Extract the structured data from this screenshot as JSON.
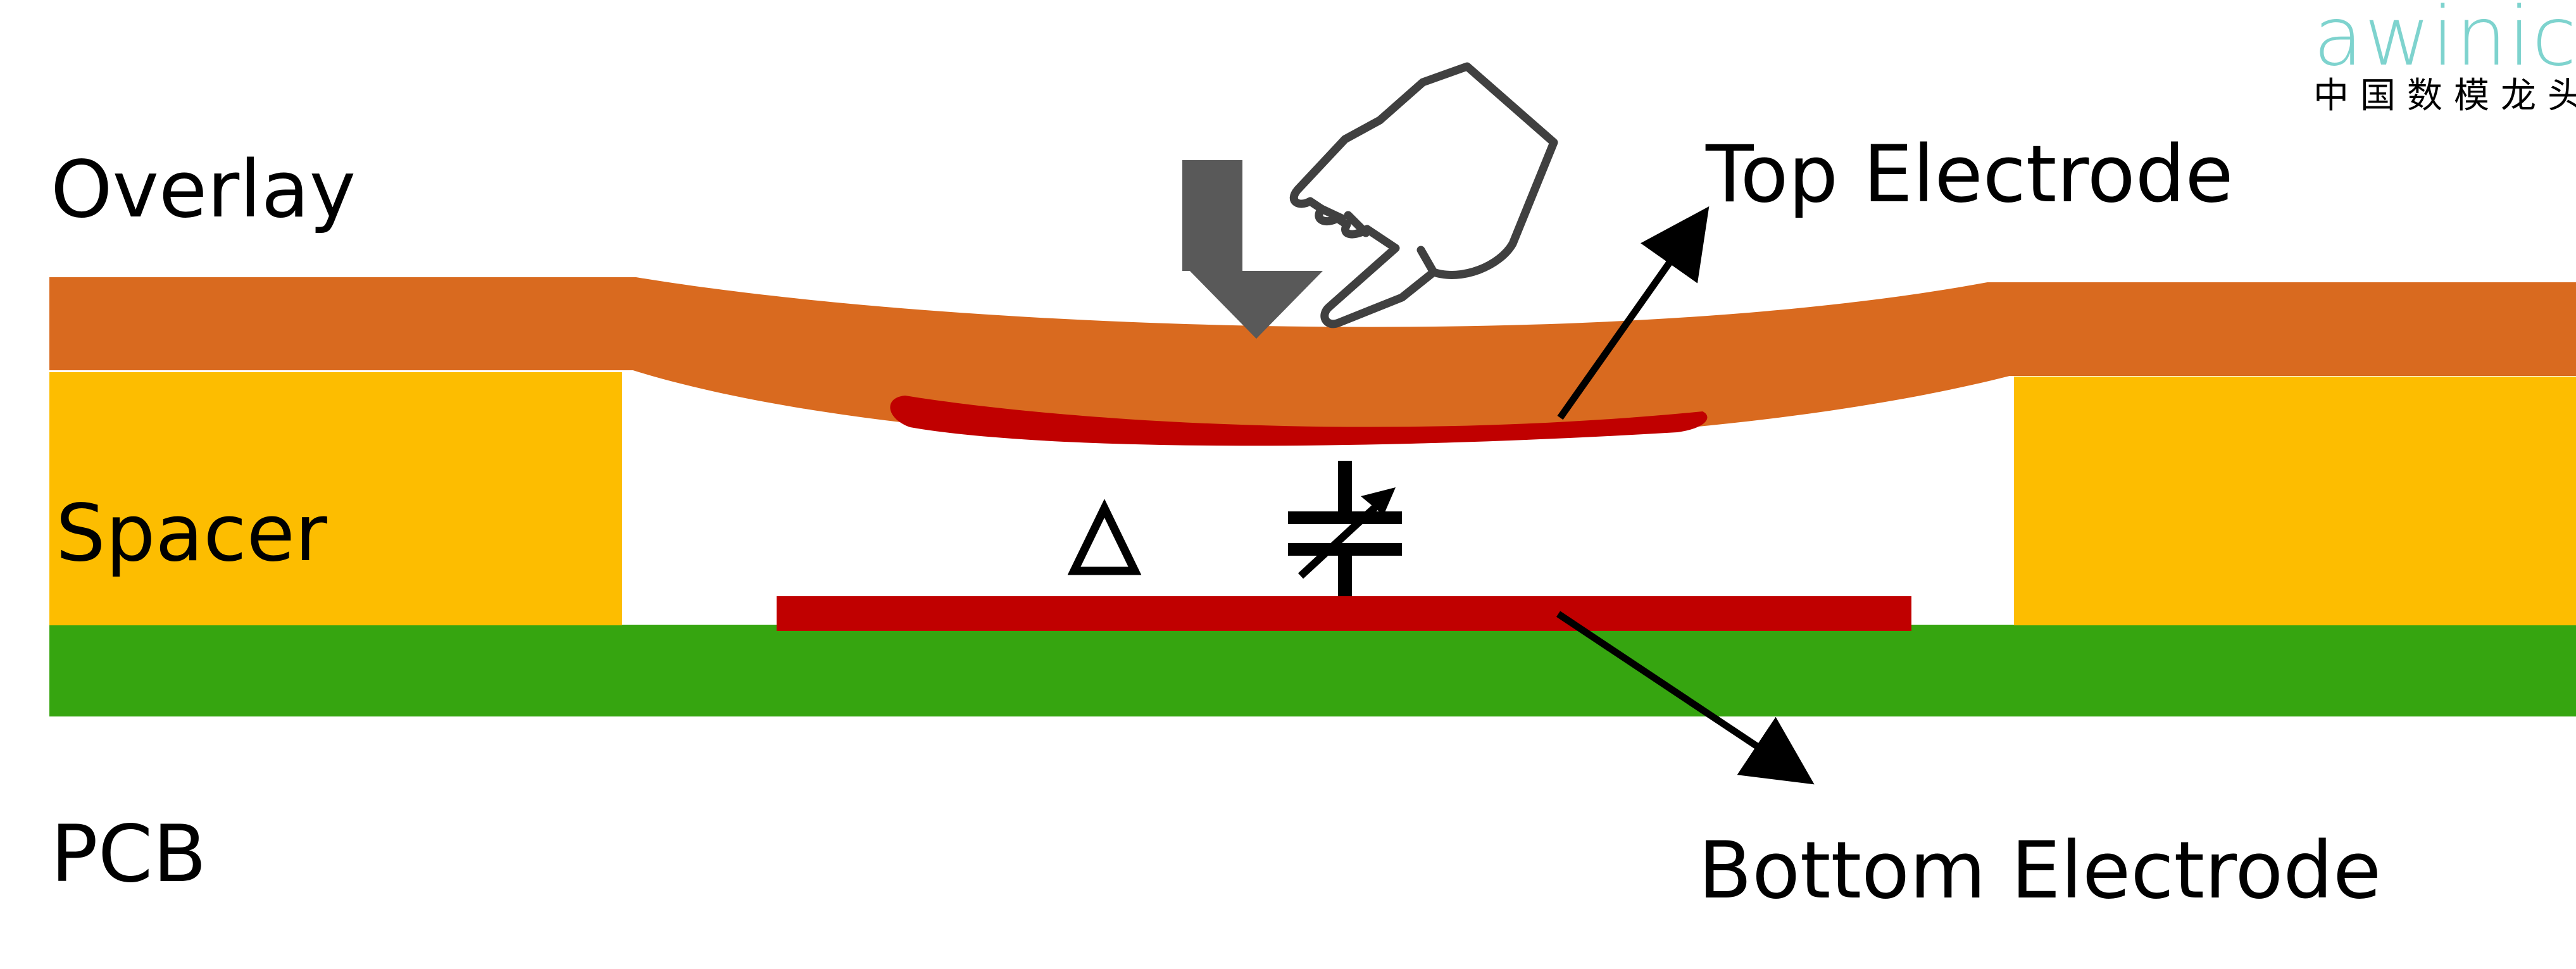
{
  "labels": {
    "overlay": "Overlay",
    "spacer": "Spacer",
    "pcb": "PCB",
    "top_electrode": "Top Electrode",
    "bottom_electrode": "Bottom Electrode",
    "delta": "△"
  },
  "logo": {
    "name": "awinic",
    "subtitle": "中国数模龙头"
  },
  "colors": {
    "overlay": "#D96A1F",
    "spacer": "#FDBD00",
    "pcb": "#36A510",
    "electrode": "#C00000",
    "press_arrow": "#595959",
    "hand_outline": "#404040",
    "logo": "#7ED3CE",
    "text": "#000000"
  },
  "icons": {
    "press": "down-arrow-icon",
    "hand": "pointing-hand-icon",
    "capacitor": "variable-capacitor-icon"
  }
}
